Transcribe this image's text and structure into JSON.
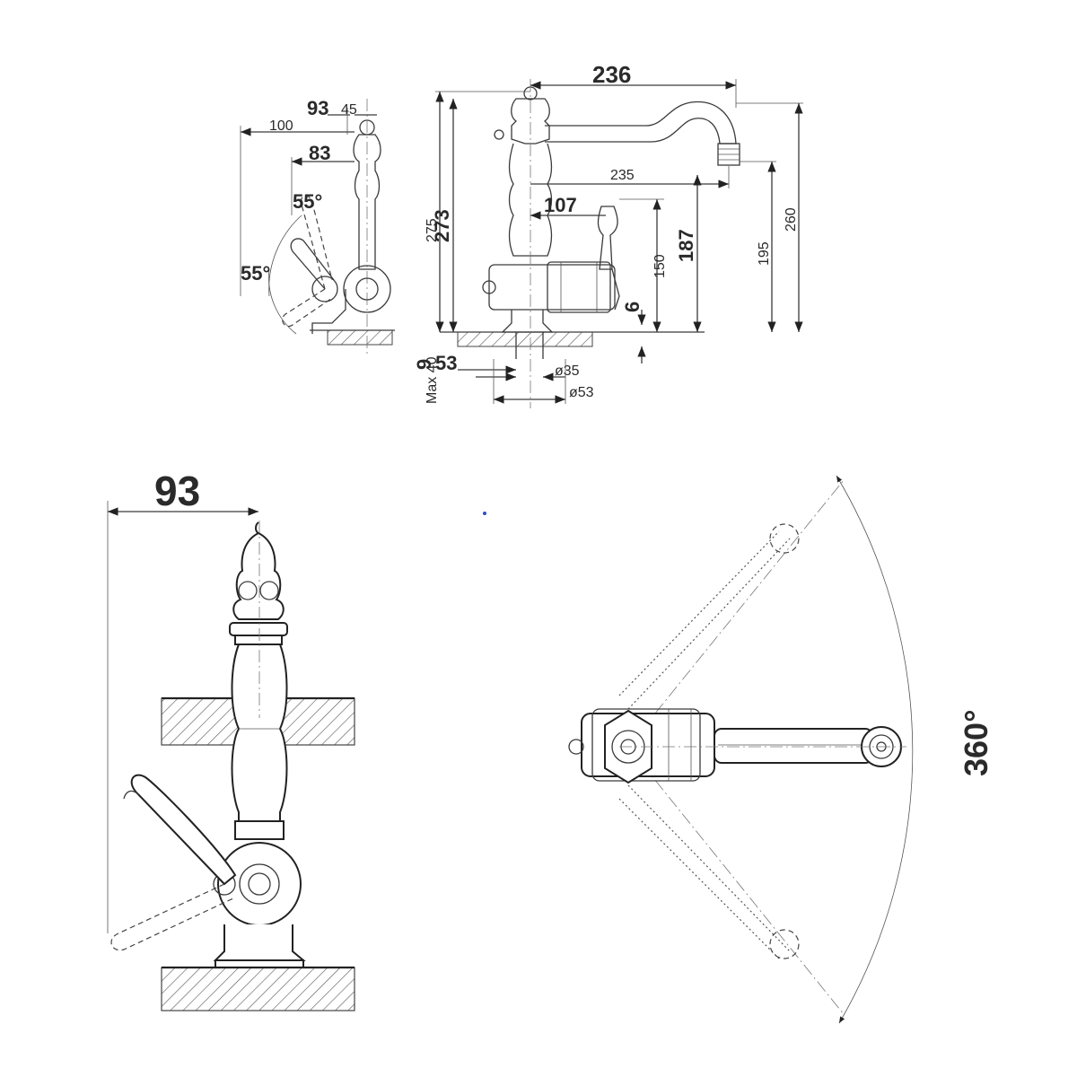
{
  "top_left_view": {
    "dims": {
      "d93": "93",
      "d45": "45",
      "d100": "100",
      "d83": "83",
      "a55_upper": "55°",
      "a55_lower": "55°"
    }
  },
  "top_side_view": {
    "dims": {
      "d236": "236",
      "d235": "235",
      "d107": "107",
      "d275": "275",
      "d273": "273",
      "d187": "187",
      "d150": "150",
      "d6": "6",
      "d195": "195",
      "d260": "260",
      "d53": "53",
      "d9": "9",
      "max40": "Max 40",
      "dia35": "ø35",
      "dia53": "ø53"
    }
  },
  "bottom_left_view": {
    "dims": {
      "d93": "93"
    }
  },
  "bottom_right_view": {
    "dims": {
      "rotation": "360°"
    }
  }
}
